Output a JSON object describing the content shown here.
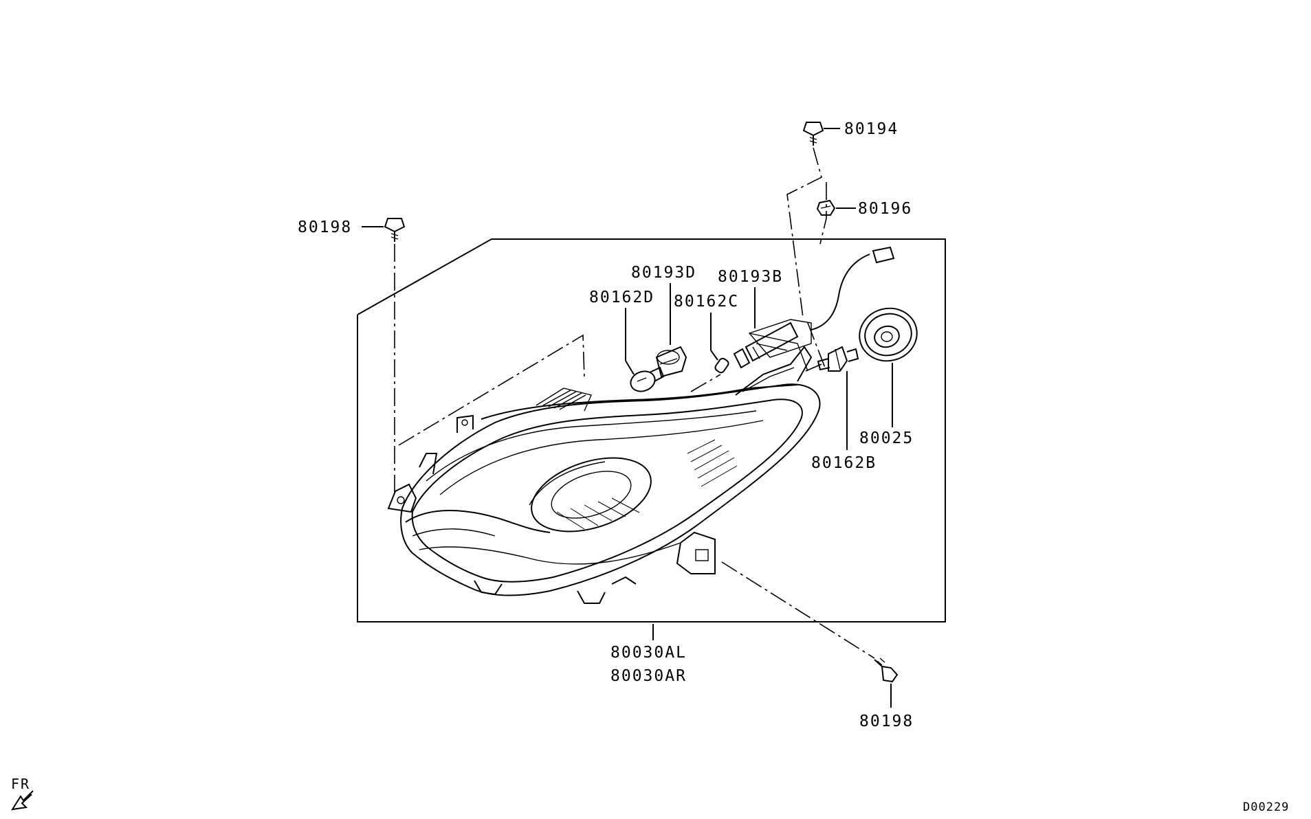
{
  "diagram": {
    "parts": [
      {
        "id": "p80194",
        "number": "80194"
      },
      {
        "id": "p80196",
        "number": "80196"
      },
      {
        "id": "p80198a",
        "number": "80198"
      },
      {
        "id": "p80193D",
        "number": "80193D"
      },
      {
        "id": "p80193B",
        "number": "80193B"
      },
      {
        "id": "p80162D",
        "number": "80162D"
      },
      {
        "id": "p80162C",
        "number": "80162C"
      },
      {
        "id": "p80025",
        "number": "80025"
      },
      {
        "id": "p80162B",
        "number": "80162B"
      },
      {
        "id": "p80030AL",
        "number": "80030AL"
      },
      {
        "id": "p80030AR",
        "number": "80030AR"
      },
      {
        "id": "p80198b",
        "number": "80198"
      }
    ],
    "front_indicator": "FR",
    "diagram_code": "D00229"
  }
}
